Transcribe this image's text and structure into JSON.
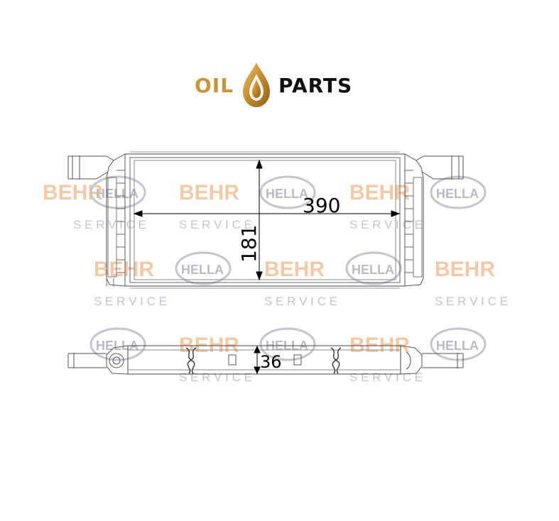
{
  "logo": {
    "word_left": "OIL",
    "word_right": "PARTS",
    "gold": "#c9953a",
    "dark": "#111111"
  },
  "watermark": {
    "brand_a": "BEHR",
    "brand_b": "HELLA",
    "service": "S E R V I C E",
    "brand_a_color": "#f3c9a8",
    "brand_b_color": "#b9bcc4"
  },
  "dimensions": {
    "width": "390",
    "height": "181",
    "depth": "36"
  }
}
